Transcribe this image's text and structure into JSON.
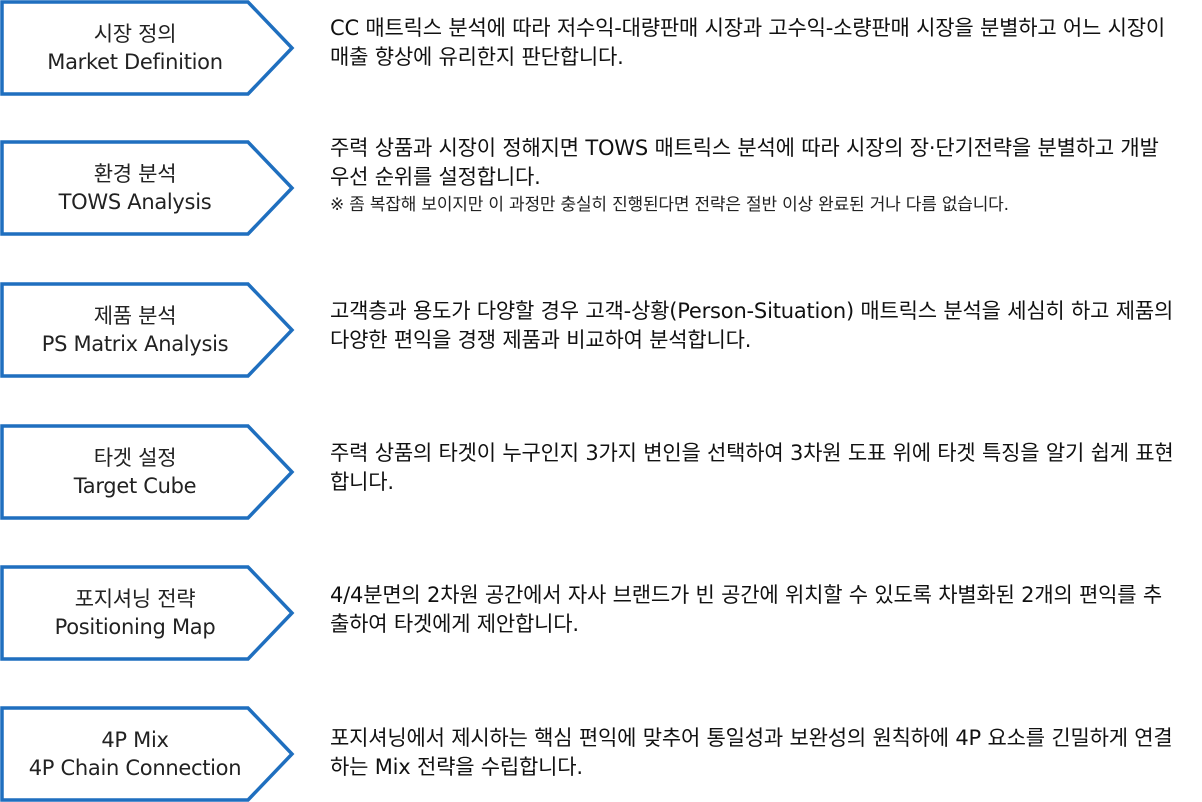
{
  "colors": {
    "chevron_border": "#1F6FBF",
    "chevron_fill": "#FFFFFF",
    "text": "#111111"
  },
  "steps": [
    {
      "title_ko": "시장 정의",
      "title_en": "Market Definition",
      "description": "CC 매트릭스 분석에 따라 저수익-대량판매 시장과 고수익-소량판매 시장을 분별하고 어느 시장이 매출 향상에 유리한지 판단합니다.",
      "note": ""
    },
    {
      "title_ko": "환경 분석",
      "title_en": "TOWS Analysis",
      "description": "주력 상품과 시장이 정해지면 TOWS 매트릭스 분석에 따라 시장의 장·단기전략을 분별하고 개발 우선 순위를 설정합니다.",
      "note": "※ 좀 복잡해 보이지만 이 과정만 충실히 진행된다면 전략은 절반 이상 완료된 거나 다름 없습니다."
    },
    {
      "title_ko": "제품 분석",
      "title_en": "PS Matrix Analysis",
      "description": "고객층과 용도가 다양할 경우 고객-상황(Person-Situation) 매트릭스 분석을 세심히 하고 제품의 다양한 편익을 경쟁 제품과 비교하여 분석합니다.",
      "note": ""
    },
    {
      "title_ko": "타겟 설정",
      "title_en": "Target Cube",
      "description": "주력 상품의 타겟이 누구인지 3가지 변인을 선택하여 3차원 도표 위에 타겟 특징을 알기 쉽게 표현합니다.",
      "note": ""
    },
    {
      "title_ko": "포지셔닝 전략",
      "title_en": "Positioning Map",
      "description": "4/4분면의 2차원 공간에서 자사 브랜드가 빈 공간에 위치할 수 있도록 차별화된 2개의 편익를 추출하여 타겟에게 제안합니다.",
      "note": ""
    },
    {
      "title_ko": "4P Mix",
      "title_en": "4P Chain Connection",
      "description": "포지셔닝에서 제시하는 핵심 편익에 맞추어 통일성과 보완성의 원칙하에 4P 요소를 긴밀하게 연결하는 Mix 전략을 수립합니다.",
      "note": ""
    }
  ]
}
